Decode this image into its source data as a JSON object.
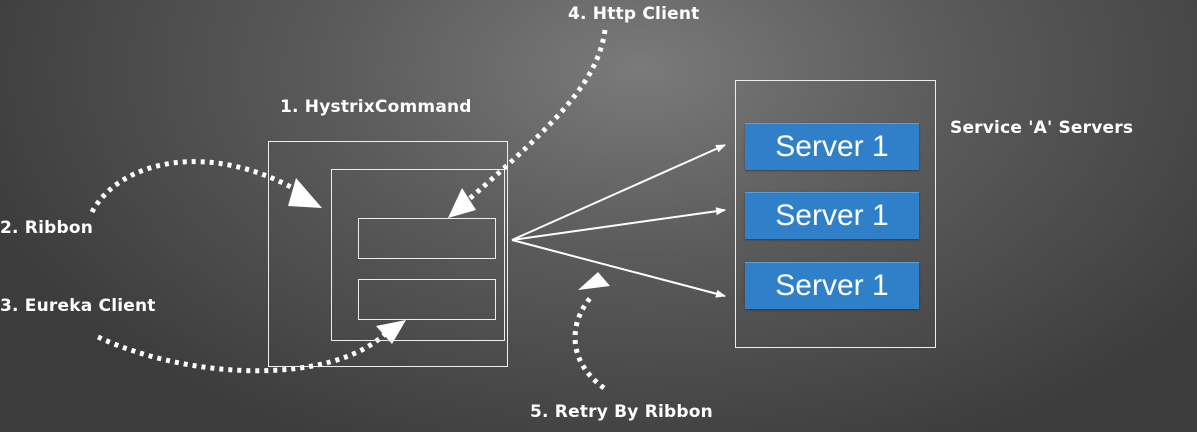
{
  "labels": {
    "hystrix_command": "1. HystrixCommand",
    "ribbon": "2. Ribbon",
    "eureka_client": "3. Eureka Client",
    "http_client": "4. Http Client",
    "retry_by_ribbon": "5. Retry By Ribbon",
    "service_servers": "Service 'A' Servers"
  },
  "servers": [
    {
      "label": "Server 1"
    },
    {
      "label": "Server 1"
    },
    {
      "label": "Server 1"
    }
  ],
  "colors": {
    "server_fill": "#2f80c8",
    "line": "#ffffff"
  }
}
